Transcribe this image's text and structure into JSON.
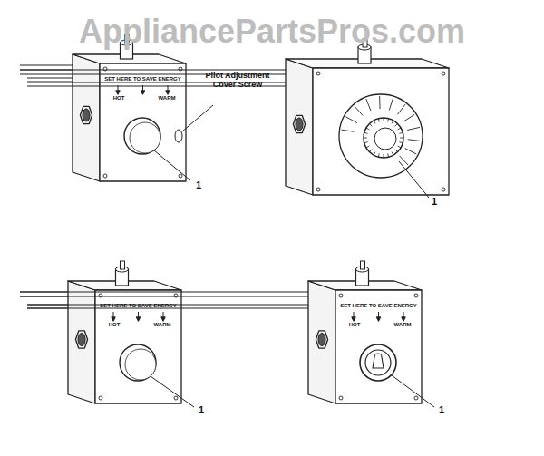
{
  "diagram": {
    "labels": [
      "AppliancePartsPros.com",
      "Pilot Adjustment Cover Screw",
      "1",
      "1",
      "1",
      "1",
      "SET HERE TO SAVE ENERGY",
      "SET HERE TO SAVE ENERGY",
      "SET HERE TO SAVE ENERGY",
      "HOT",
      "HOT",
      "HOT",
      "WARM",
      "WARM",
      "WARM"
    ]
  }
}
